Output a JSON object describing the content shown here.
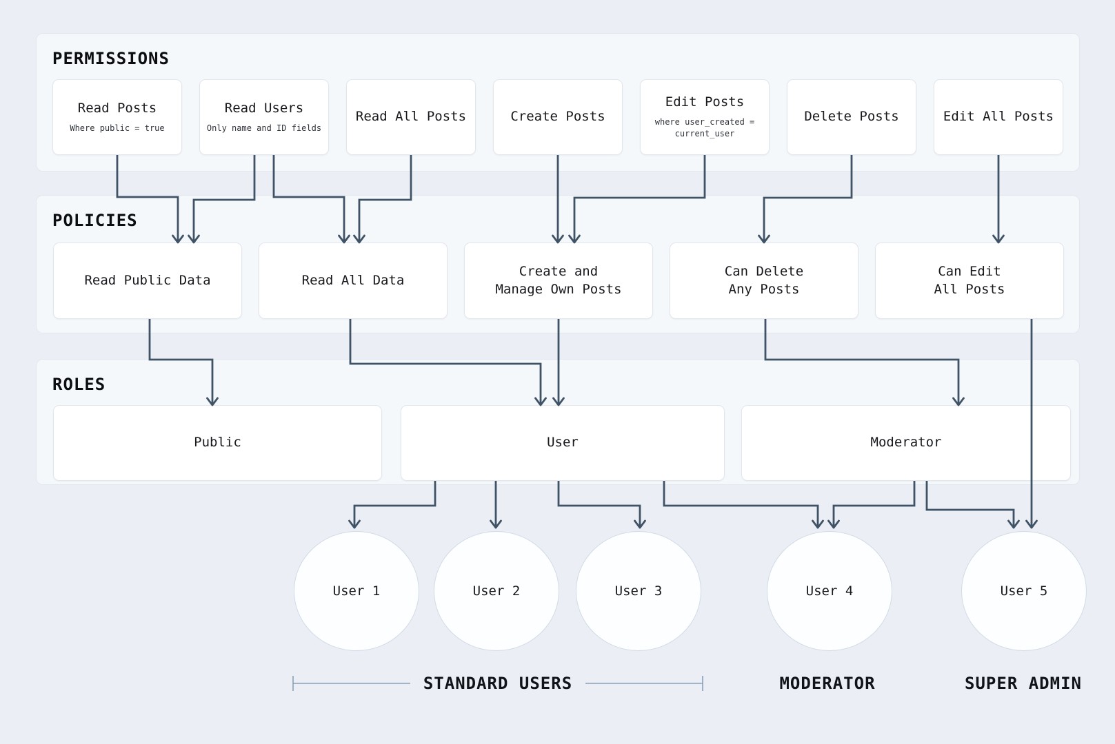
{
  "sections": {
    "permissions": {
      "title": "PERMISSIONS",
      "boxes": [
        {
          "id": "read-posts",
          "title": "Read Posts",
          "subtitle": "Where public = true"
        },
        {
          "id": "read-users",
          "title": "Read Users",
          "subtitle": "Only name and ID fields"
        },
        {
          "id": "read-all-posts",
          "title": "Read All Posts"
        },
        {
          "id": "create-posts",
          "title": "Create Posts"
        },
        {
          "id": "edit-posts",
          "title": "Edit Posts",
          "subtitle": "where user_created =\ncurrent_user"
        },
        {
          "id": "delete-posts",
          "title": "Delete Posts"
        },
        {
          "id": "edit-all-posts",
          "title": "Edit All Posts"
        }
      ]
    },
    "policies": {
      "title": "POLICIES",
      "boxes": [
        {
          "id": "read-public-data",
          "title": "Read Public Data"
        },
        {
          "id": "read-all-data",
          "title": "Read All Data"
        },
        {
          "id": "create-manage-own-posts",
          "title": "Create and\nManage Own Posts"
        },
        {
          "id": "can-delete-any-posts",
          "title": "Can Delete\nAny Posts"
        },
        {
          "id": "can-edit-all-posts",
          "title": "Can Edit\nAll Posts"
        }
      ]
    },
    "roles": {
      "title": "ROLES",
      "boxes": [
        {
          "id": "public",
          "title": "Public"
        },
        {
          "id": "user",
          "title": "User"
        },
        {
          "id": "moderator",
          "title": "Moderator"
        }
      ]
    }
  },
  "users": [
    {
      "id": "user-1",
      "label": "User 1"
    },
    {
      "id": "user-2",
      "label": "User 2"
    },
    {
      "id": "user-3",
      "label": "User 3"
    },
    {
      "id": "user-4",
      "label": "User 4"
    },
    {
      "id": "user-5",
      "label": "User 5"
    }
  ],
  "group_labels": [
    {
      "id": "standard-users",
      "label": "STANDARD USERS"
    },
    {
      "id": "moderator",
      "label": "MODERATOR"
    },
    {
      "id": "super-admin",
      "label": "SUPER ADMIN"
    }
  ],
  "edges": [
    {
      "from": "read-posts",
      "to": "read-public-data"
    },
    {
      "from": "read-users",
      "to": "read-public-data"
    },
    {
      "from": "read-users",
      "to": "read-all-data"
    },
    {
      "from": "read-all-posts",
      "to": "read-all-data"
    },
    {
      "from": "create-posts",
      "to": "create-manage-own-posts"
    },
    {
      "from": "edit-posts",
      "to": "create-manage-own-posts"
    },
    {
      "from": "delete-posts",
      "to": "can-delete-any-posts"
    },
    {
      "from": "edit-all-posts",
      "to": "can-edit-all-posts"
    },
    {
      "from": "read-public-data",
      "to": "public"
    },
    {
      "from": "read-all-data",
      "to": "user"
    },
    {
      "from": "create-manage-own-posts",
      "to": "user"
    },
    {
      "from": "can-delete-any-posts",
      "to": "moderator"
    },
    {
      "from": "can-edit-all-posts",
      "to": "user-5"
    },
    {
      "from": "user",
      "to": "user-1"
    },
    {
      "from": "user",
      "to": "user-2"
    },
    {
      "from": "user",
      "to": "user-3"
    },
    {
      "from": "user",
      "to": "user-4"
    },
    {
      "from": "moderator",
      "to": "user-4"
    },
    {
      "from": "moderator",
      "to": "user-5"
    }
  ],
  "colors": {
    "page_bg": "#ebeff5",
    "section_bg": "#f5f8fb",
    "section_border": "#e2e8f0",
    "node_bg": "#ffffff",
    "node_border": "#e2e7ee",
    "arrow": "#3f5266",
    "bracket": "#8aa0b8",
    "text": "#16181d"
  }
}
